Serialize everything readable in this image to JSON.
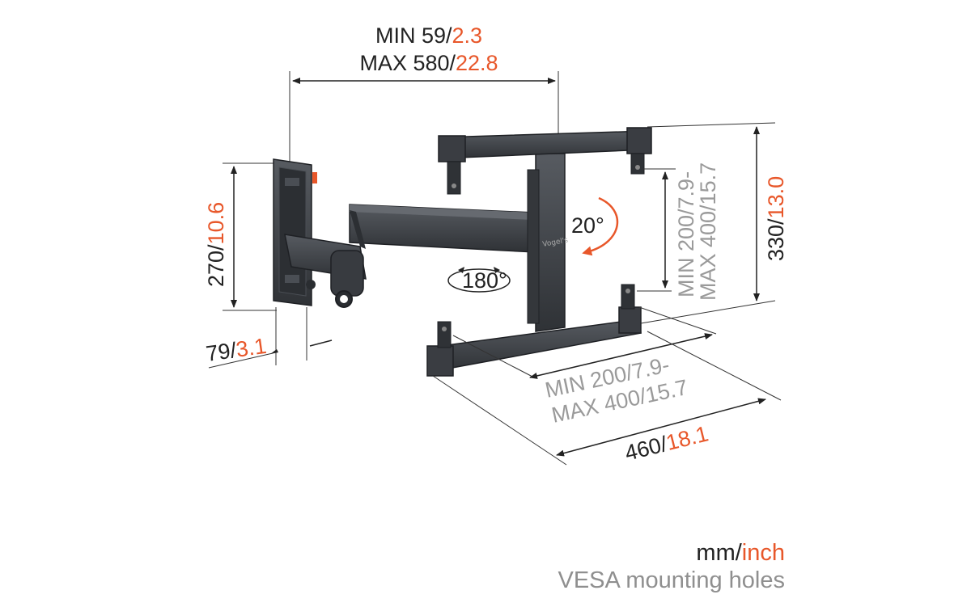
{
  "colors": {
    "accent": "#e8572a",
    "dark": "#222222",
    "gray": "#9a9a9a",
    "metal": "#3d4146"
  },
  "dimensions": {
    "arm_extension": {
      "line1_prefix": "MIN 59/",
      "line1_inch": "2.3",
      "line2_prefix": "MAX 580/",
      "line2_inch": "22.8"
    },
    "wall_plate_height": {
      "mm": "270/",
      "inch": "10.6"
    },
    "wall_plate_depth": {
      "mm": "79/",
      "inch": "3.1"
    },
    "tv_plate_height": {
      "mm": "330/",
      "inch": "13.0"
    },
    "tv_plate_width": {
      "mm": "460/",
      "inch": "18.1"
    },
    "vesa_vertical": {
      "line1": "MIN 200/7.9-",
      "line2": "MAX 400/15.7"
    },
    "vesa_horizontal": {
      "line1": "MIN 200/7.9-",
      "line2": "MAX 400/15.7"
    },
    "tilt": "20°",
    "swivel": "180°"
  },
  "legend": {
    "mm": "mm/",
    "inch": "inch",
    "vesa_label": "VESA mounting holes"
  },
  "icons": [
    "arrow-icon",
    "rotate-arrow-icon",
    "tilt-arrow-icon"
  ]
}
